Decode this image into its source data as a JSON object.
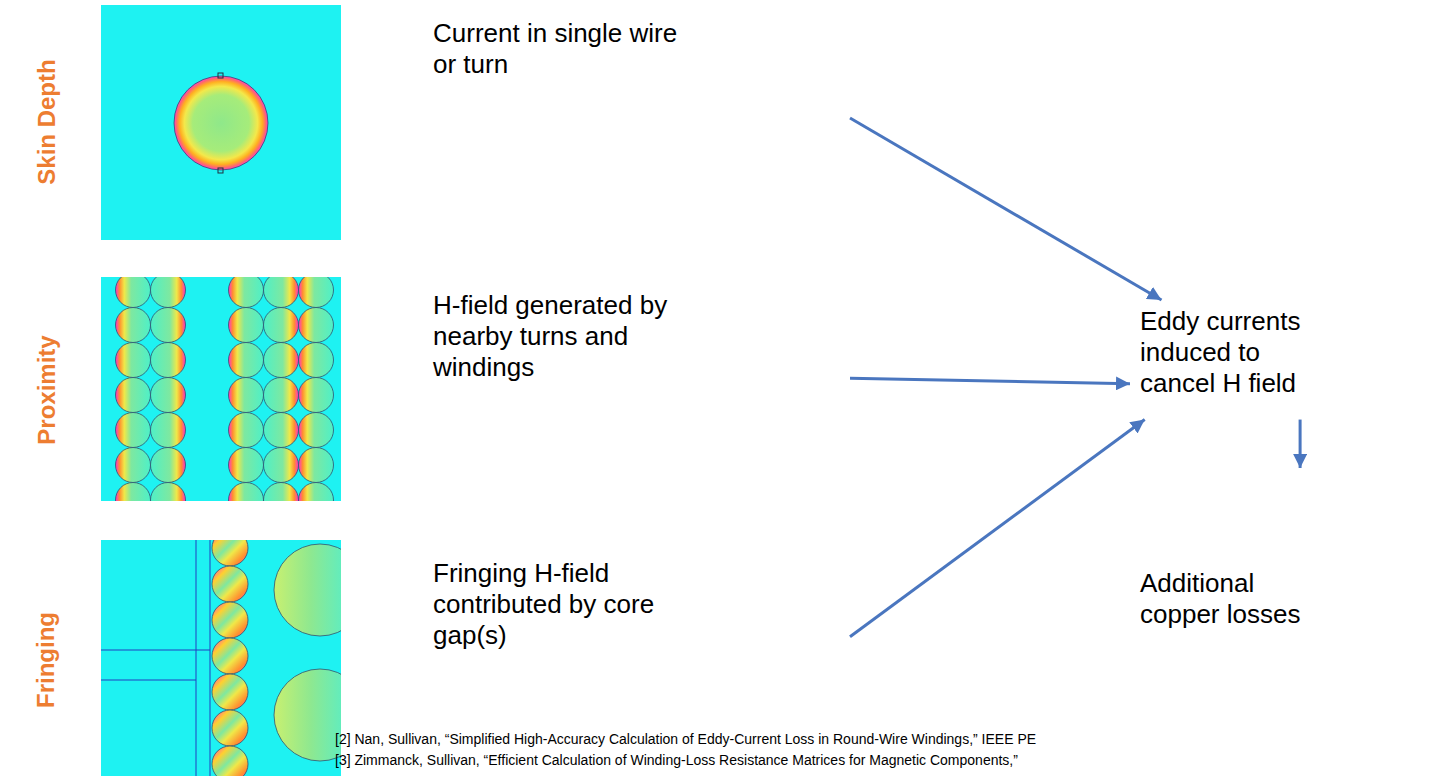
{
  "diagram": {
    "nodes": [
      {
        "text": [
          "Current in single wire or turn"
        ]
      },
      {
        "text": [
          "H-field generated by nearby turns and windings"
        ]
      },
      {
        "text": [
          "Fringing H-field contributed by core gap(s)"
        ]
      },
      {
        "text": [
          "Eddy currents induced to cancel H field"
        ]
      },
      {
        "text": [
          "Additional copper losses"
        ]
      }
    ],
    "edges": [
      {
        "from": 0,
        "to": 3,
        "arrow": "to"
      },
      {
        "from": 1,
        "to": 3,
        "arrow": "to"
      },
      {
        "from": 2,
        "to": 3,
        "arrow": "to"
      },
      {
        "from": 3,
        "to": 4,
        "arrow": "to"
      }
    ],
    "labels": [
      "Skin Depth",
      "Proximity",
      "Fringing",
      "[2] Nan, Sullivan, “Simplified High-Accuracy Calculation of Eddy-Current Loss in Round-Wire Windings,” IEEE PE",
      "[3] Zimmanck, Sullivan, “Efficient Calculation of Winding-Loss Resistance Matrices for Magnetic Components,”"
    ]
  }
}
